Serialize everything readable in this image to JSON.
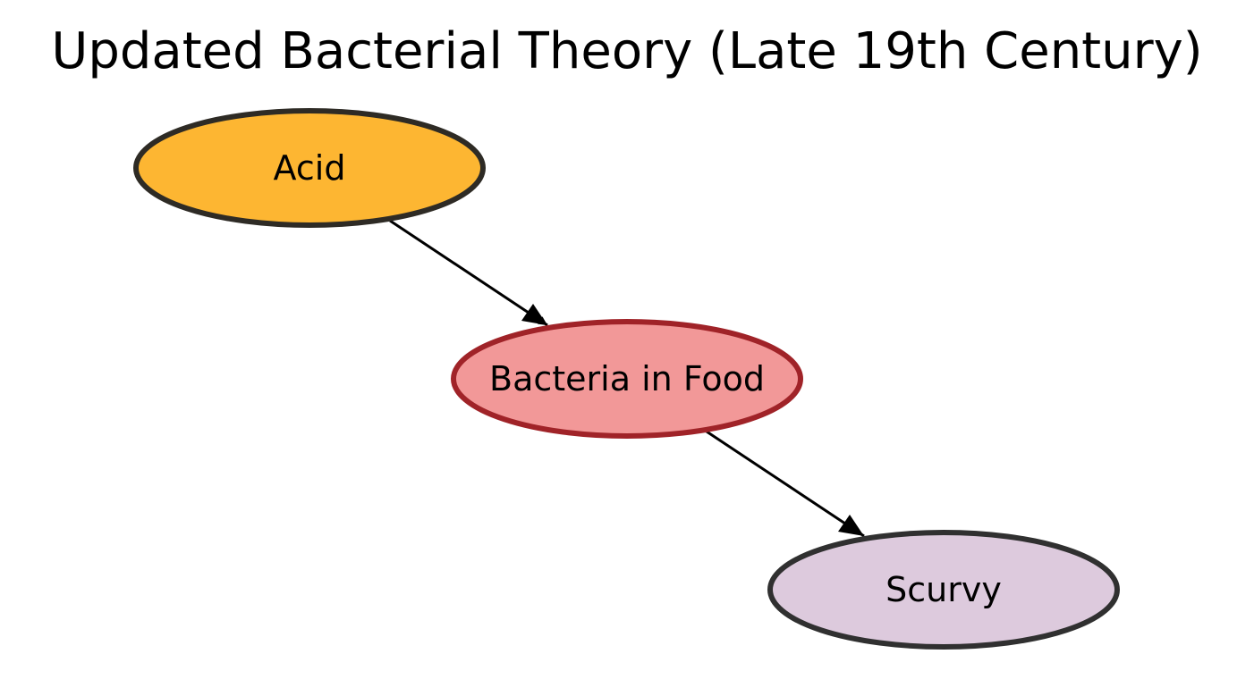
{
  "title": "Updated Bacterial Theory (Late 19th Century)",
  "nodes": {
    "acid": {
      "label": "Acid",
      "fill": "#FDB632",
      "stroke": "#2E2B25"
    },
    "bacteria": {
      "label": "Bacteria in Food",
      "fill": "#F29898",
      "stroke": "#A02328"
    },
    "scurvy": {
      "label": "Scurvy",
      "fill": "#DDCADD",
      "stroke": "#303030"
    }
  },
  "edges": [
    {
      "from": "acid",
      "to": "bacteria"
    },
    {
      "from": "bacteria",
      "to": "scurvy"
    }
  ],
  "colors": {
    "edge": "#000000",
    "background": "#FFFFFF"
  }
}
